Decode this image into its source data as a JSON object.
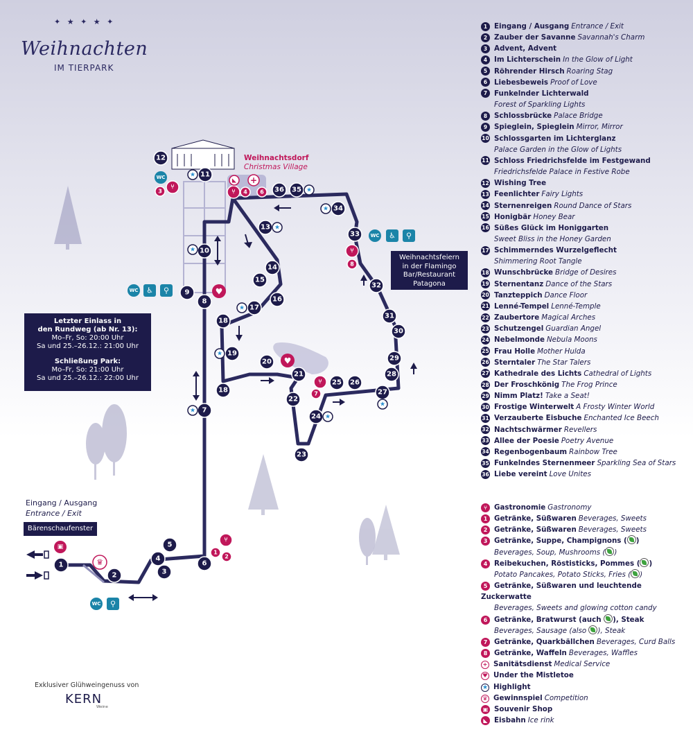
{
  "logo": {
    "script": "Weihnachten",
    "sub": "IM TIERPARK"
  },
  "sponsor": {
    "text": "Exklusiver Glühweingenuss von",
    "brand": "KERN",
    "brand_sub": "Weine"
  },
  "info_box": {
    "lines": [
      "Letzter Einlass in",
      "den Rundweg (ab Nr. 13):",
      "Mo–Fr, So: 20:00 Uhr",
      "Sa und 25.–26.12.: 21:00 Uhr",
      "",
      "Schließung Park:",
      "Mo–Fr, So: 21:00 Uhr",
      "Sa und 25.–26.12.: 22:00 Uhr"
    ]
  },
  "flamingo_box": {
    "lines": [
      "Weihnachtsfeiern",
      "in der Flamingo",
      "Bar/Restaurant",
      "Patagona"
    ]
  },
  "baerenschaufenster": "Bärenschaufenster",
  "entrance_label": {
    "de": "Eingang / Ausgang",
    "en": "Entrance / Exit"
  },
  "village_label": {
    "de": "Weihnachtsdorf",
    "en": "Christmas Village"
  },
  "icons": {
    "wc": "WC"
  },
  "colors": {
    "navy": "#1d1b4a",
    "pink": "#c0175a",
    "wc_blue": "#1b84a8",
    "path": "#2b2a5e"
  },
  "stations": [
    {
      "n": "1",
      "de": "Eingang / Ausgang",
      "en": "Entrance / Exit"
    },
    {
      "n": "2",
      "de": "Zauber der Savanne",
      "en": "Savannah's Charm"
    },
    {
      "n": "3",
      "de": "Advent, Advent",
      "en": ""
    },
    {
      "n": "4",
      "de": "Im Lichterschein",
      "en": "In the Glow of Light"
    },
    {
      "n": "5",
      "de": "Röhrender Hirsch",
      "en": "Roaring Stag"
    },
    {
      "n": "6",
      "de": "Liebesbeweis",
      "en": "Proof of Love"
    },
    {
      "n": "7",
      "de": "Funkelnder Lichterwald",
      "en": "",
      "en2": "Forest of Sparkling Lights"
    },
    {
      "n": "8",
      "de": "Schlossbrücke",
      "en": "Palace Bridge"
    },
    {
      "n": "9",
      "de": "Spieglein, Spieglein",
      "en": "Mirror, Mirror"
    },
    {
      "n": "10",
      "de": "Schlossgarten im Lichterglanz",
      "en": "",
      "en2": "Palace Garden in the Glow of Lights"
    },
    {
      "n": "11",
      "de": "Schloss Friedrichsfelde im Festgewand",
      "en": "",
      "en2": "Friedrichsfelde Palace in Festive Robe"
    },
    {
      "n": "12",
      "de": "Wishing Tree",
      "en": ""
    },
    {
      "n": "13",
      "de": "Feenlichter",
      "en": "Fairy Lights"
    },
    {
      "n": "14",
      "de": "Sternenreigen",
      "en": "Round Dance of Stars"
    },
    {
      "n": "15",
      "de": "Honigbär",
      "en": "Honey Bear"
    },
    {
      "n": "16",
      "de": "Süßes Glück im Honiggarten",
      "en": "",
      "en2": "Sweet Bliss in the Honey Garden"
    },
    {
      "n": "17",
      "de": "Schimmerndes Wurzelgeflecht",
      "en": "",
      "en2": "Shimmering Root Tangle"
    },
    {
      "n": "18",
      "de": "Wunschbrücke",
      "en": "Bridge of Desires"
    },
    {
      "n": "19",
      "de": "Sternentanz",
      "en": "Dance of the Stars"
    },
    {
      "n": "20",
      "de": "Tanzteppich",
      "en": "Dance Floor"
    },
    {
      "n": "21",
      "de": "Lenné-Tempel",
      "en": "Lenné-Temple"
    },
    {
      "n": "22",
      "de": "Zaubertore",
      "en": "Magical Arches"
    },
    {
      "n": "23",
      "de": "Schutzengel",
      "en": "Guardian Angel"
    },
    {
      "n": "24",
      "de": "Nebelmonde",
      "en": "Nebula Moons"
    },
    {
      "n": "25",
      "de": "Frau Holle",
      "en": "Mother Hulda"
    },
    {
      "n": "26",
      "de": "Sterntaler",
      "en": "The Star Talers"
    },
    {
      "n": "27",
      "de": "Kathedrale des Lichts",
      "en": "Cathedral of Lights"
    },
    {
      "n": "28",
      "de": "Der Froschkönig",
      "en": "The Frog Prince"
    },
    {
      "n": "29",
      "de": "Nimm Platz!",
      "en": "Take a Seat!"
    },
    {
      "n": "30",
      "de": "Frostige Winterwelt",
      "en": "A Frosty Winter World"
    },
    {
      "n": "31",
      "de": "Verzauberte Eisbuche",
      "en": "Enchanted Ice Beech"
    },
    {
      "n": "32",
      "de": "Nachtschwärmer",
      "en": "Revellers"
    },
    {
      "n": "33",
      "de": "Allee der Poesie",
      "en": "Poetry Avenue"
    },
    {
      "n": "34",
      "de": "Regenbogenbaum",
      "en": "Rainbow Tree"
    },
    {
      "n": "35",
      "de": "Funkelndes Sternenmeer",
      "en": "Sparkling Sea of Stars"
    },
    {
      "n": "36",
      "de": "Liebe vereint",
      "en": "Love Unites"
    }
  ],
  "services": [
    {
      "icon": "fork",
      "de": "Gastronomie",
      "en": "Gastronomy"
    },
    {
      "icon": "1",
      "de": "Getränke, Süßwaren",
      "en": "Beverages, Sweets"
    },
    {
      "icon": "2",
      "de": "Getränke, Süßwaren",
      "en": "Beverages, Sweets"
    },
    {
      "icon": "3",
      "de": "Getränke, Suppe, Champignons (",
      "leaf": true,
      "de_end": ")",
      "en2": "Beverages, Soup, Mushrooms (",
      "en2_leaf": true,
      "en2_end": ")"
    },
    {
      "icon": "4",
      "de": "Reibekuchen, Röstisticks, Pommes (",
      "leaf": true,
      "de_end": ")",
      "en2": "Potato Pancakes, Potato Sticks, Fries (",
      "en2_leaf": true,
      "en2_end": ")"
    },
    {
      "icon": "5",
      "de": "Getränke, Süßwaren und leuchtende Zuckerwatte",
      "en2": "Beverages, Sweets and glowing cotton candy"
    },
    {
      "icon": "6",
      "de": "Getränke, Bratwurst (auch ",
      "leaf": true,
      "de_end": "), Steak",
      "en2": "Beverages, Sausage (also ",
      "en2_leaf": true,
      "en2_end": "), Steak"
    },
    {
      "icon": "7",
      "de": "Getränke, Quarkbällchen",
      "en": "Beverages, Curd Balls"
    },
    {
      "icon": "8",
      "de": "Getränke, Waffeln",
      "en": "Beverages, Waffles"
    },
    {
      "icon": "cross",
      "de": "Sanitätsdienst",
      "en": "Medical Service"
    },
    {
      "icon": "heart",
      "de": "Under the Mistletoe",
      "en": ""
    },
    {
      "icon": "star",
      "de": "Highlight",
      "en": ""
    },
    {
      "icon": "prize",
      "de": "Gewinnspiel",
      "en": "Competition"
    },
    {
      "icon": "shop",
      "de": "Souvenir Shop",
      "en": ""
    },
    {
      "icon": "skate",
      "de": "Eisbahn",
      "en": "Ice rink"
    }
  ]
}
